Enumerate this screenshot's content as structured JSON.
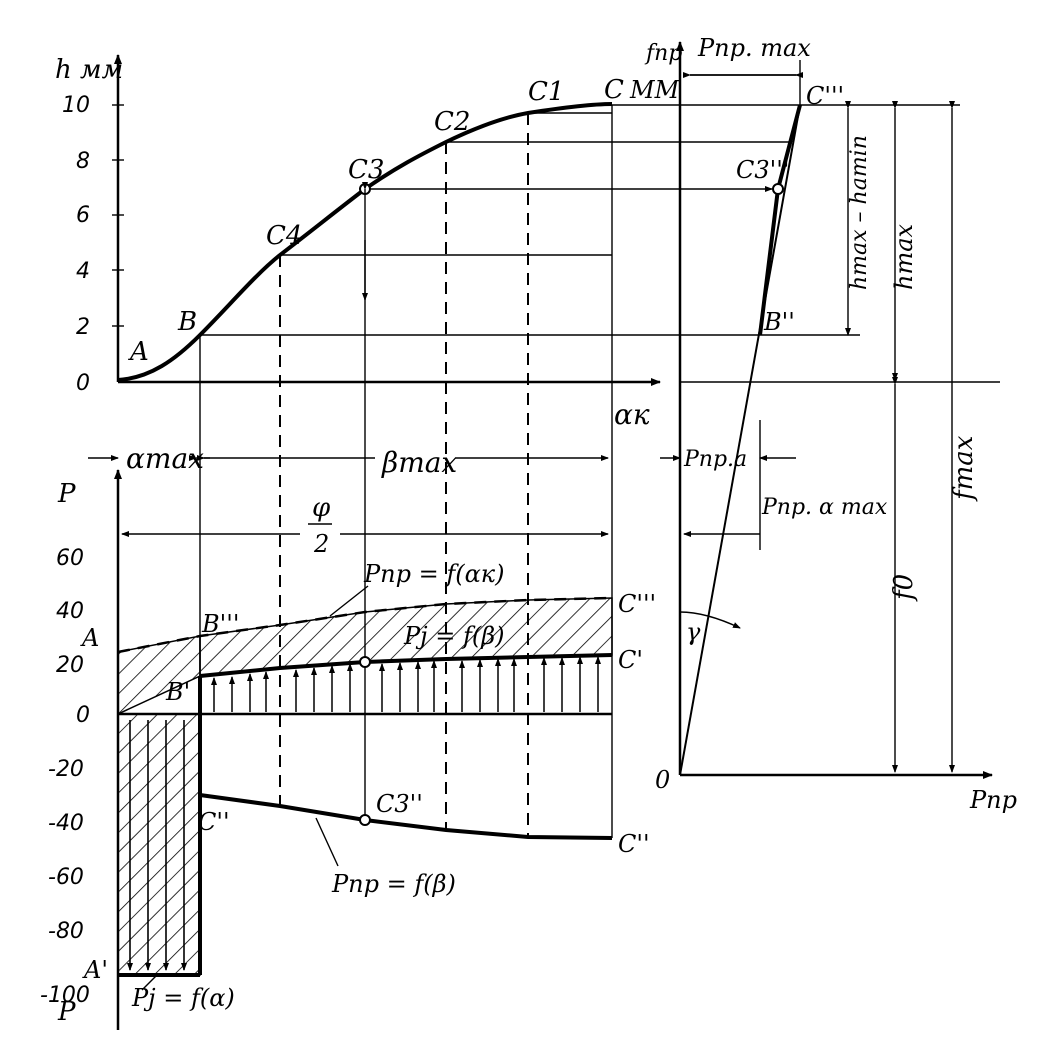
{
  "lift_axis": {
    "label": "h мм",
    "ticks": [
      "10",
      "8",
      "6",
      "4",
      "2",
      "0"
    ],
    "x_label": "αк"
  },
  "force_axis": {
    "label_top": "P",
    "label_bottom": "P",
    "ticks": [
      "60",
      "40",
      "20",
      "0",
      "-20",
      "-40",
      "-60",
      "-80",
      "-100"
    ]
  },
  "points": {
    "A": "A",
    "B": "B",
    "C4": "C4",
    "C3": "C3",
    "C2": "C2",
    "C1": "C1",
    "C": "C",
    "B3": "B'''",
    "B1": "B'",
    "A_force": "A",
    "A1": "A'",
    "C3_top": "C'''",
    "C1_right": "C'",
    "C2_right": "C''",
    "C2_left": "C''",
    "C3_2": "C3''",
    "C3_3": "C3'''",
    "B4": "B''",
    "O": "0"
  },
  "dimensions": {
    "alpha_max": "αmax",
    "beta_max": "βmax",
    "phi": "φ",
    "two": "2",
    "mm": "ММ",
    "h_diff": "hmax – hamin",
    "h_max": "hmax",
    "f_max": "fmax",
    "f_0": "f0",
    "gamma": "γ",
    "f_pr": "fпр",
    "p_pr_max": "Pпр. max",
    "p_pr_a": "Pпр.a",
    "p_pr_amax": "Pпр. α max",
    "p_pr_axis": "Pпр"
  },
  "curve_labels": {
    "spring_alpha": "Pпр = f(αк)",
    "inertia_beta": "Pj = f(β)",
    "spring_beta": "Pпр = f(β)",
    "inertia_alpha": "Pj = f(α)"
  },
  "chart_data": {
    "type": "line",
    "series": [
      {
        "values_h_mm": [
          0,
          2,
          4.5,
          6.8,
          8.6,
          9.6,
          9.9
        ]
      }
    ]
  }
}
